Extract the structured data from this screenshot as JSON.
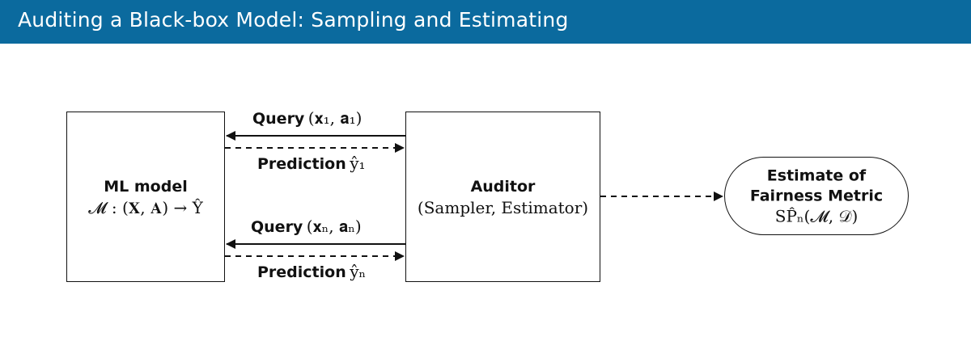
{
  "header": {
    "title": "Auditing a Black-box Model: Sampling and Estimating",
    "background_color": "#0b6a9e"
  },
  "ml_model": {
    "title": "ML model",
    "formula": "𝓜 : (𝐗, 𝐀) → Ŷ"
  },
  "auditor": {
    "title": "Auditor",
    "subtitle": "(Sampler, Estimator)"
  },
  "estimate": {
    "line1": "Estimate of",
    "line2": "Fairness Metric",
    "formula": "SP̂ₙ(𝓜, 𝒟)"
  },
  "edges": {
    "query_1": {
      "word": "Query",
      "math": "(𝐱₁, 𝐚₁)"
    },
    "prediction_1": {
      "word": "Prediction",
      "math": "ŷ₁"
    },
    "query_n": {
      "word": "Query",
      "math": "(𝐱ₙ, 𝐚ₙ)"
    },
    "prediction_n": {
      "word": "Prediction",
      "math": "ŷₙ"
    }
  }
}
